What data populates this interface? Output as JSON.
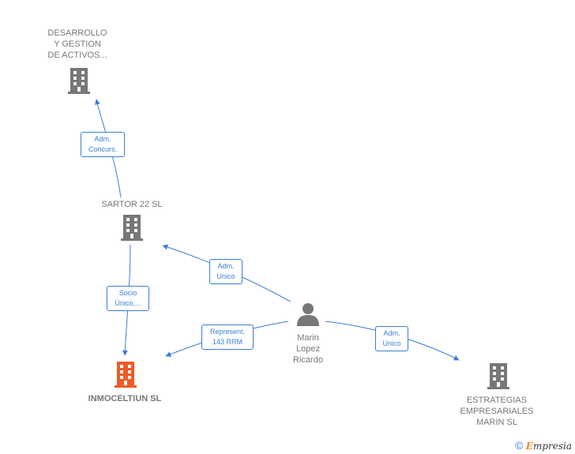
{
  "nodes": {
    "desarrollo": {
      "label": "DESARROLLO\nY GESTION\nDE ACTIVOS...",
      "type": "company",
      "color": "#777777"
    },
    "sartor": {
      "label": "SARTOR 22 SL",
      "type": "company",
      "color": "#777777"
    },
    "inmoceltiun": {
      "label": "INMOCELTIUN SL",
      "type": "company",
      "color": "#f05a28"
    },
    "marin_lopez": {
      "label": "Marin\nLopez\nRicardo",
      "type": "person",
      "color": "#777777"
    },
    "estrategias": {
      "label": "ESTRATEGIAS\nEMPRESARIALES\nMARIN SL",
      "type": "company",
      "color": "#777777"
    }
  },
  "edges": [
    {
      "id": "e1",
      "label": "Adm.\nConcurs.",
      "from": "sartor",
      "to": "desarrollo"
    },
    {
      "id": "e2",
      "label": "Socio\nÚnico,...",
      "from": "sartor",
      "to": "inmoceltiun"
    },
    {
      "id": "e3",
      "label": "Adm.\nUnico",
      "from": "marin_lopez",
      "to": "sartor"
    },
    {
      "id": "e4",
      "label": "Represent.\n143 RRM",
      "from": "marin_lopez",
      "to": "inmoceltiun"
    },
    {
      "id": "e5",
      "label": "Adm.\nUnico",
      "from": "marin_lopez",
      "to": "estrategias"
    }
  ],
  "colors": {
    "edge": "#3a7fd5",
    "company": "#777777",
    "focus": "#f05a28"
  },
  "footer": {
    "copyright_symbol": "©",
    "brand_initial": "E",
    "brand_rest": "mpresia"
  }
}
